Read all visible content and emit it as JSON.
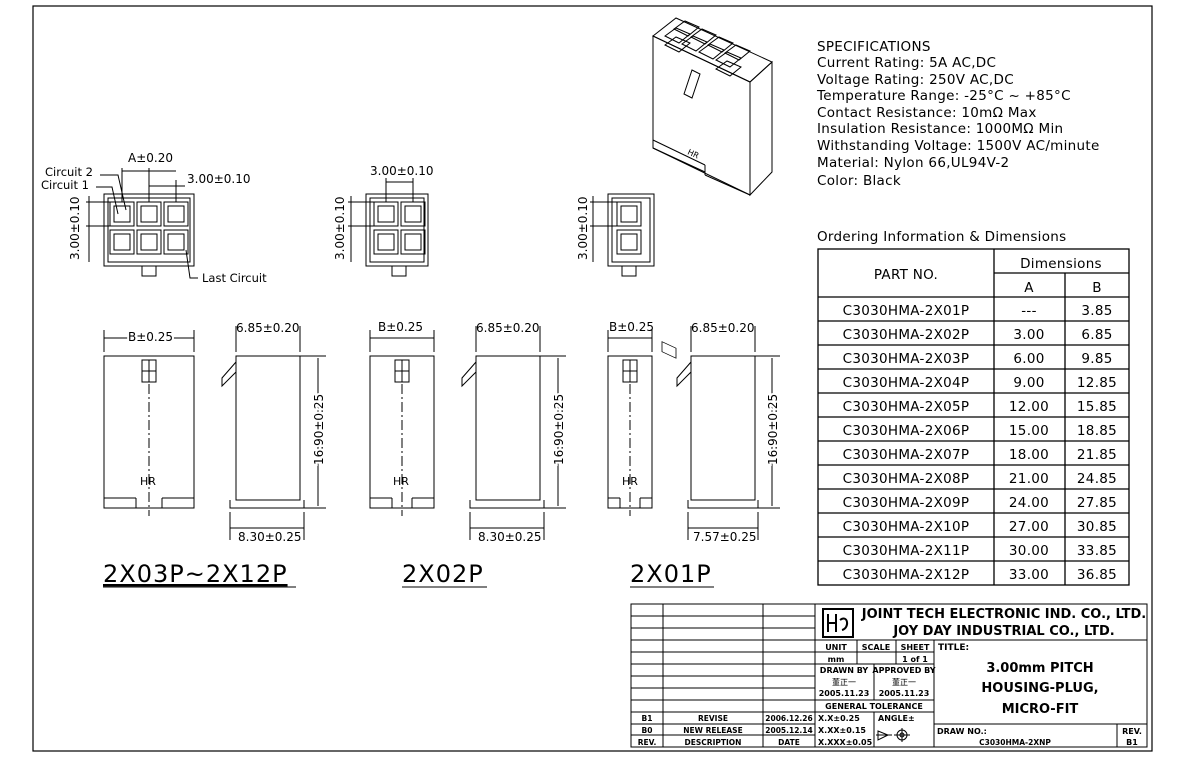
{
  "specifications": {
    "heading": "SPECIFICATIONS",
    "lines": [
      "Current Rating: 5A AC,DC",
      "Voltage Rating: 250V AC,DC",
      "Temperature Range: -25°C ~ +85°C",
      "Contact Resistance: 10mΩ Max",
      "Insulation Resistance: 1000MΩ Min",
      "Withstanding Voltage: 1500V AC/minute",
      "Material: Nylon 66,UL94V-2",
      "Color: Black"
    ]
  },
  "ordering": {
    "heading": "Ordering Information & Dimensions",
    "part_header": "PART NO.",
    "dims_header": "Dimensions",
    "col_a": "A",
    "col_b": "B",
    "rows": [
      {
        "part": "C3030HMA-2X01P",
        "a": "---",
        "b": "3.85"
      },
      {
        "part": "C3030HMA-2X02P",
        "a": "3.00",
        "b": "6.85"
      },
      {
        "part": "C3030HMA-2X03P",
        "a": "6.00",
        "b": "9.85"
      },
      {
        "part": "C3030HMA-2X04P",
        "a": "9.00",
        "b": "12.85"
      },
      {
        "part": "C3030HMA-2X05P",
        "a": "12.00",
        "b": "15.85"
      },
      {
        "part": "C3030HMA-2X06P",
        "a": "15.00",
        "b": "18.85"
      },
      {
        "part": "C3030HMA-2X07P",
        "a": "18.00",
        "b": "21.85"
      },
      {
        "part": "C3030HMA-2X08P",
        "a": "21.00",
        "b": "24.85"
      },
      {
        "part": "C3030HMA-2X09P",
        "a": "24.00",
        "b": "27.85"
      },
      {
        "part": "C3030HMA-2X10P",
        "a": "27.00",
        "b": "30.85"
      },
      {
        "part": "C3030HMA-2X11P",
        "a": "30.00",
        "b": "33.85"
      },
      {
        "part": "C3030HMA-2X12P",
        "a": "33.00",
        "b": "36.85"
      }
    ]
  },
  "drawing": {
    "circuit2": "Circuit 2",
    "circuit1": "Circuit 1",
    "last_circuit": "Last Circuit",
    "dim_a": "A±0.20",
    "dim_pitch": "3.00±0.10",
    "dim_b": "B±0.25",
    "dim_685": "6.85±0.20",
    "dim_1690": "16.90±0.25",
    "dim_830": "8.30±0.25",
    "dim_757": "7.57±0.25",
    "hr_mark": "HR",
    "view1": "2X03P~2X12P",
    "view2": "2X02P",
    "view3": "2X01P"
  },
  "title_block": {
    "company1": "JOINT TECH ELECTRONIC IND. CO., LTD.",
    "company2": "JOY DAY INDUSTRIAL CO., LTD.",
    "unit_label": "UNIT",
    "unit_value": "mm",
    "scale_label": "SCALE",
    "sheet_label": "SHEET",
    "sheet_value": "1 of 1",
    "title_label": "TITLE:",
    "title_line1": "3.00mm PITCH",
    "title_line2": "HOUSING-PLUG,",
    "title_line3": "MICRO-FIT",
    "drawn_by_label": "DRAWN BY",
    "drawn_by_name": "董正一",
    "drawn_date": "2005.11.23",
    "approved_by_label": "APPROVED BY",
    "approved_by_name": "董正一",
    "approved_date": "2005.11.23",
    "general_tolerance": "GENERAL TOLERANCE",
    "tol1": "X.X±0.25",
    "tol2": "X.XX±0.15",
    "tol3": "X.XXX±0.05",
    "angle_label": "ANGLE±",
    "draw_no_label": "DRAW NO.:",
    "draw_no_value": "C3030HMA-2XNP",
    "rev_label": "REV.",
    "rev_value": "B1",
    "rev_rows": [
      {
        "rev": "B1",
        "desc": "REVISE",
        "date": "2006.12.26"
      },
      {
        "rev": "B0",
        "desc": "NEW RELEASE",
        "date": "2005.12.14"
      }
    ],
    "hdr_rev": "REV.",
    "hdr_desc": "DESCRIPTION",
    "hdr_date": "DATE"
  }
}
